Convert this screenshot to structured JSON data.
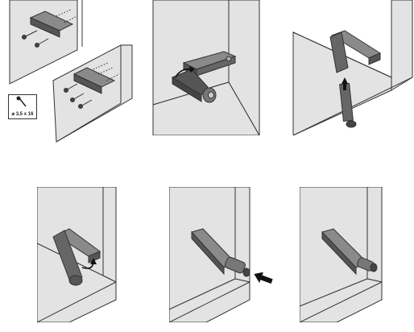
{
  "screw_spec": {
    "label": "⌀ 3,5 x 16",
    "icon": "screw-icon"
  },
  "steps": [
    {
      "id": 1,
      "content": "mounting-bracket-with-screws"
    },
    {
      "id": 2,
      "content": "latch-unit-rotated-into-bracket"
    },
    {
      "id": 3,
      "content": "push-latch-pushed-up"
    },
    {
      "id": 4,
      "content": "push-latch-rotated-down"
    },
    {
      "id": 5,
      "content": "push-against-latch-arrow"
    },
    {
      "id": 6,
      "content": "push-latch-installed"
    }
  ],
  "colors": {
    "panel_fill": "#e3e3e3",
    "line": "#333333",
    "part_dark": "#555555",
    "part_light": "#8a8a8a",
    "arrow": "#111111"
  }
}
